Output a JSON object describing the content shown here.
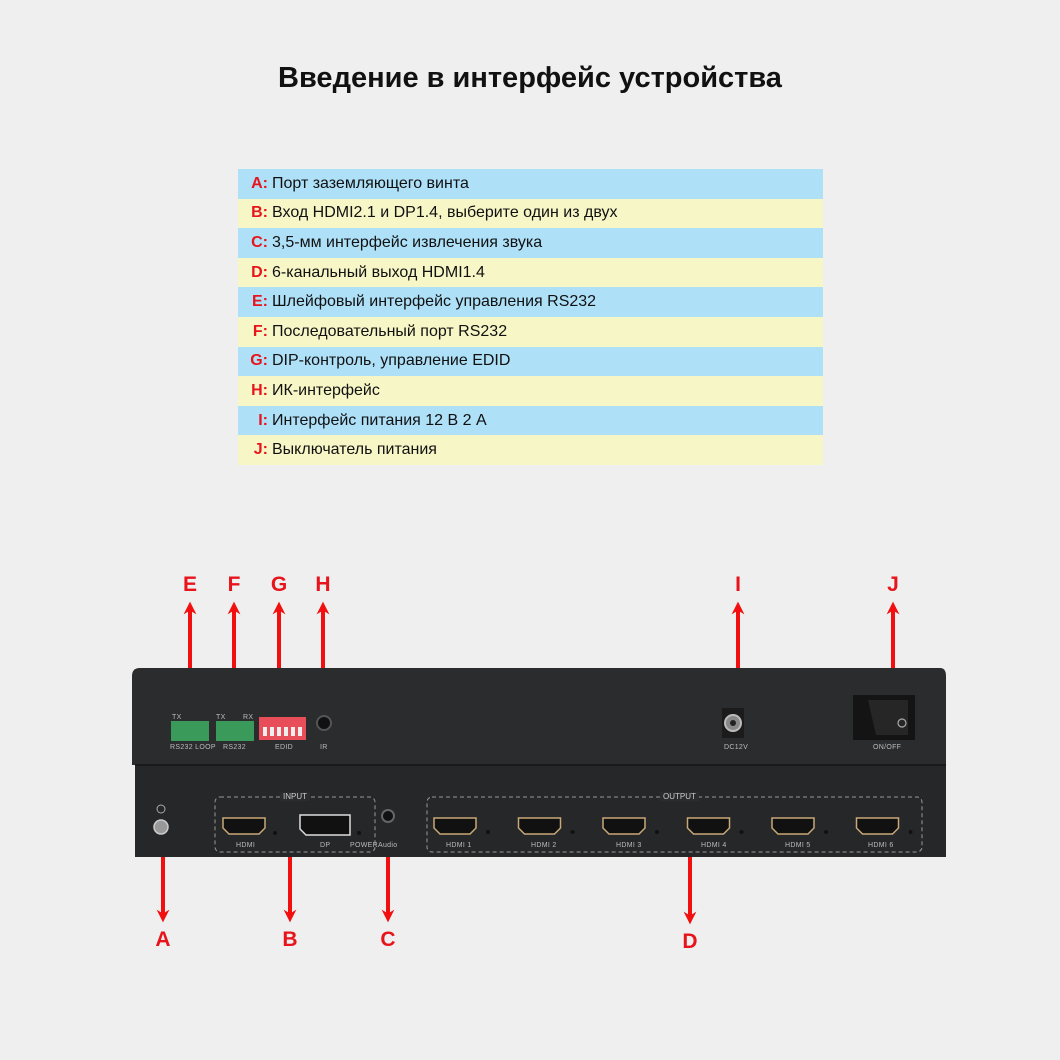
{
  "title": "Введение в интерфейс устройства",
  "legend": [
    {
      "key": "A:",
      "text": "Порт заземляющего винта"
    },
    {
      "key": "B:",
      "text": "Вход HDMI2.1 и DP1.4, выберите один из двух"
    },
    {
      "key": "C:",
      "text": " 3,5-мм интерфейс извлечения звука"
    },
    {
      "key": "D:",
      "text": "6-канальный выход HDMI1.4"
    },
    {
      "key": "E:",
      "text": "Шлейфовый интерфейс управления RS232"
    },
    {
      "key": "F:",
      "text": "Последовательный порт RS232"
    },
    {
      "key": "G:",
      "text": "DIP-контроль, управление EDID"
    },
    {
      "key": "H:",
      "text": " ИК-интерфейс"
    },
    {
      "key": "I:",
      "text": "Интерфейс питания 12 В 2 А"
    },
    {
      "key": "J:",
      "text": " Выключатель питания"
    }
  ],
  "callouts": {
    "A": "A",
    "B": "B",
    "C": "C",
    "D": "D",
    "E": "E",
    "F": "F",
    "G": "G",
    "H": "H",
    "I": "I",
    "J": "J"
  },
  "device": {
    "rs232_loop": "RS232 LOOP",
    "rs232": "RS232",
    "tx": "TX",
    "rx": "RX",
    "edid": "EDID",
    "ir": "IR",
    "dc12v": "DC12V",
    "onoff": "ON/OFF",
    "input": "INPUT",
    "output": "OUTPUT",
    "hdmi": "HDMI",
    "dp": "DP",
    "power": "POWER",
    "audio": "Audio",
    "outputs": [
      "HDMI 1",
      "HDMI 2",
      "HDMI 3",
      "HDMI 4",
      "HDMI 5",
      "HDMI 6"
    ]
  },
  "colors": {
    "accent": "#e8141c",
    "row_blue": "#aee0f8",
    "row_yellow": "#f7f6c6",
    "device": "#2b2c2e"
  }
}
